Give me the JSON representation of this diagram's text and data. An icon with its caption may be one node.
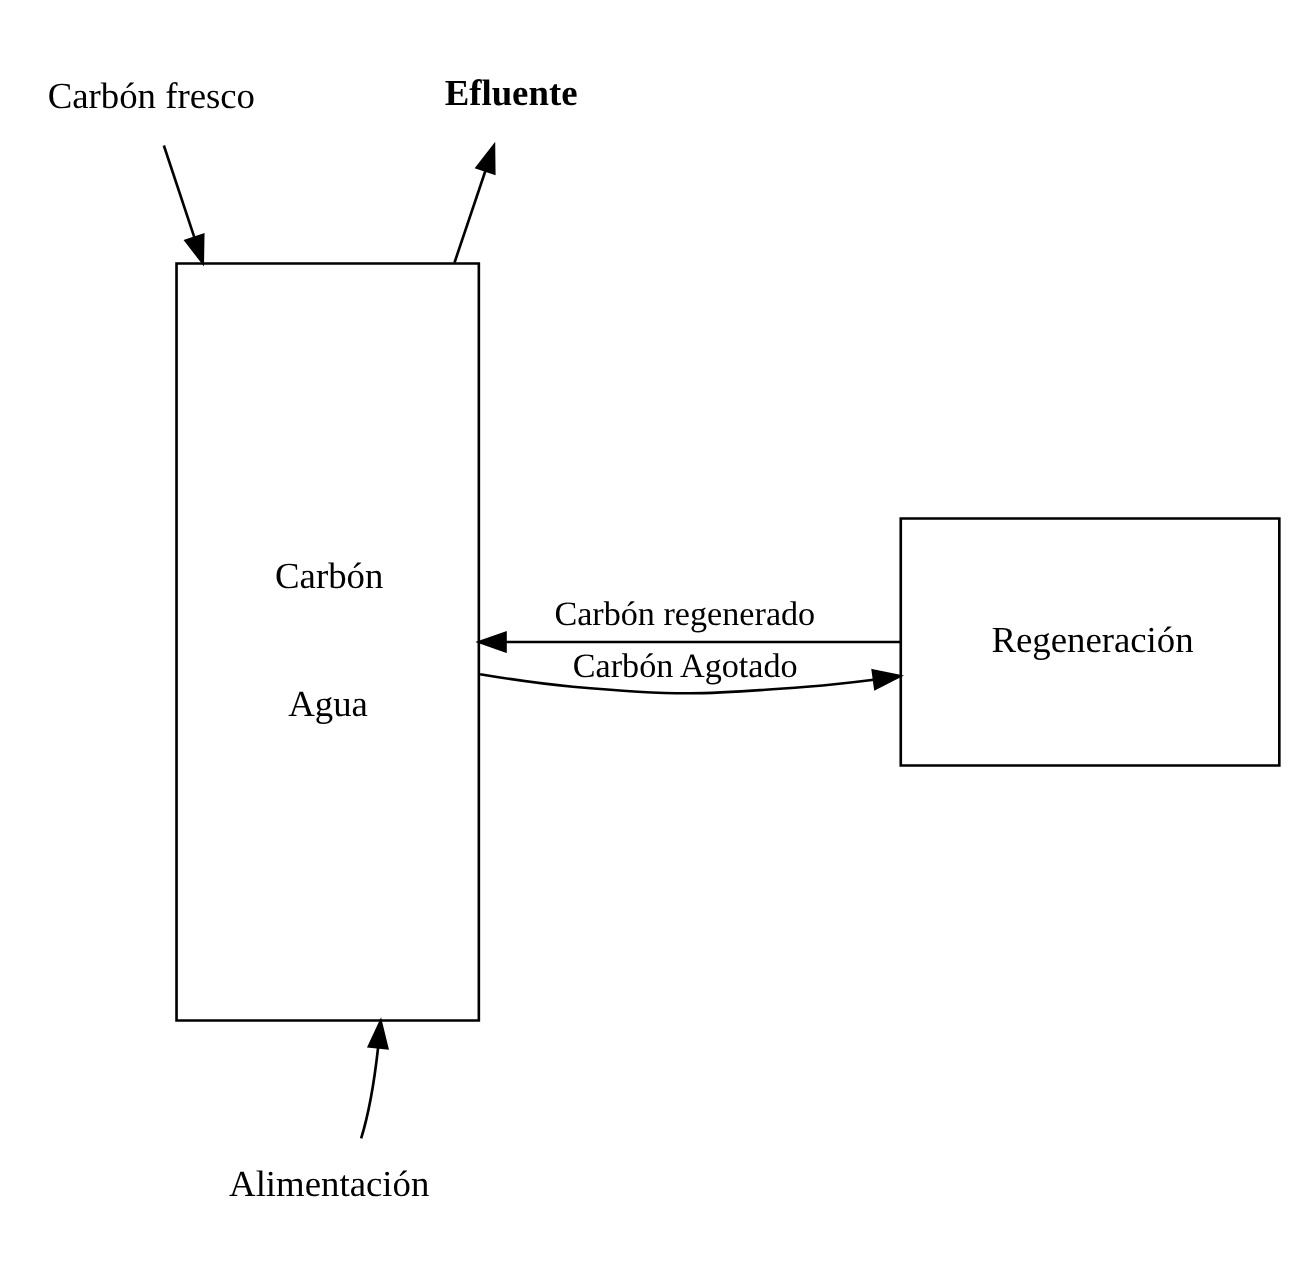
{
  "diagram": {
    "nodes": [
      {
        "text": [
          "Carbón fresco"
        ]
      },
      {
        "text": [
          "Efluente"
        ]
      },
      {
        "text": [
          "Carbón",
          "Agua"
        ]
      },
      {
        "text": [
          "Regeneración"
        ]
      },
      {
        "text": [
          "Alimentación"
        ]
      }
    ],
    "edges": [
      {
        "from": 4,
        "to": 2,
        "arrow": "to"
      },
      {
        "from": 2,
        "to": 1,
        "arrow": "to"
      },
      {
        "from": 0,
        "to": 2,
        "arrow": "to"
      },
      {
        "from": 2,
        "to": 3,
        "arrow": "to",
        "label": "Carbón Agotado"
      },
      {
        "from": 3,
        "to": 2,
        "arrow": "to",
        "label": "Carbón regenerado"
      }
    ]
  }
}
